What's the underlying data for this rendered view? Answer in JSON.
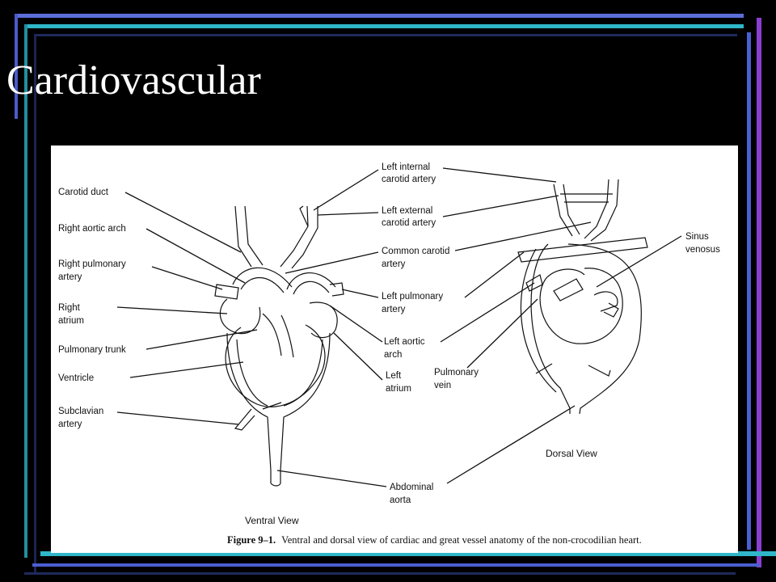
{
  "slide": {
    "title": "Cardiovascular"
  },
  "colors": {
    "background": "#000000",
    "title_text": "#ffffff",
    "frame_blue": "#5b6fd8",
    "frame_cyan": "#2fb7c9",
    "frame_purple": "#8a3fd1"
  },
  "figure": {
    "labels": {
      "carotid_duct": "Carotid duct",
      "right_aortic_arch": "Right aortic arch",
      "right_pulmonary_artery_1": "Right pulmonary",
      "right_pulmonary_artery_2": "artery",
      "right_atrium_1": "Right",
      "right_atrium_2": "atrium",
      "pulmonary_trunk": "Pulmonary trunk",
      "ventricle": "Ventricle",
      "subclavian_artery_1": "Subclavian",
      "subclavian_artery_2": "artery",
      "left_internal_carotid_1": "Left internal",
      "left_internal_carotid_2": "carotid artery",
      "left_external_carotid_1": "Left external",
      "left_external_carotid_2": "carotid artery",
      "common_carotid_1": "Common carotid",
      "common_carotid_2": "artery",
      "left_pulmonary_artery_1": "Left pulmonary",
      "left_pulmonary_artery_2": "artery",
      "left_aortic_arch_1": "Left aortic",
      "left_aortic_arch_2": "arch",
      "left_atrium_1": "Left",
      "left_atrium_2": "atrium",
      "pulmonary_vein_1": "Pulmonary",
      "pulmonary_vein_2": "vein",
      "sinus_venosus_1": "Sinus",
      "sinus_venosus_2": "venosus",
      "abdominal_aorta_1": "Abdominal",
      "abdominal_aorta_2": "aorta"
    },
    "views": {
      "ventral": "Ventral View",
      "dorsal": "Dorsal View"
    },
    "caption": {
      "number": "Figure 9–1.",
      "text": "Ventral and dorsal view of cardiac and great vessel anatomy of the non-crocodilian heart."
    }
  }
}
